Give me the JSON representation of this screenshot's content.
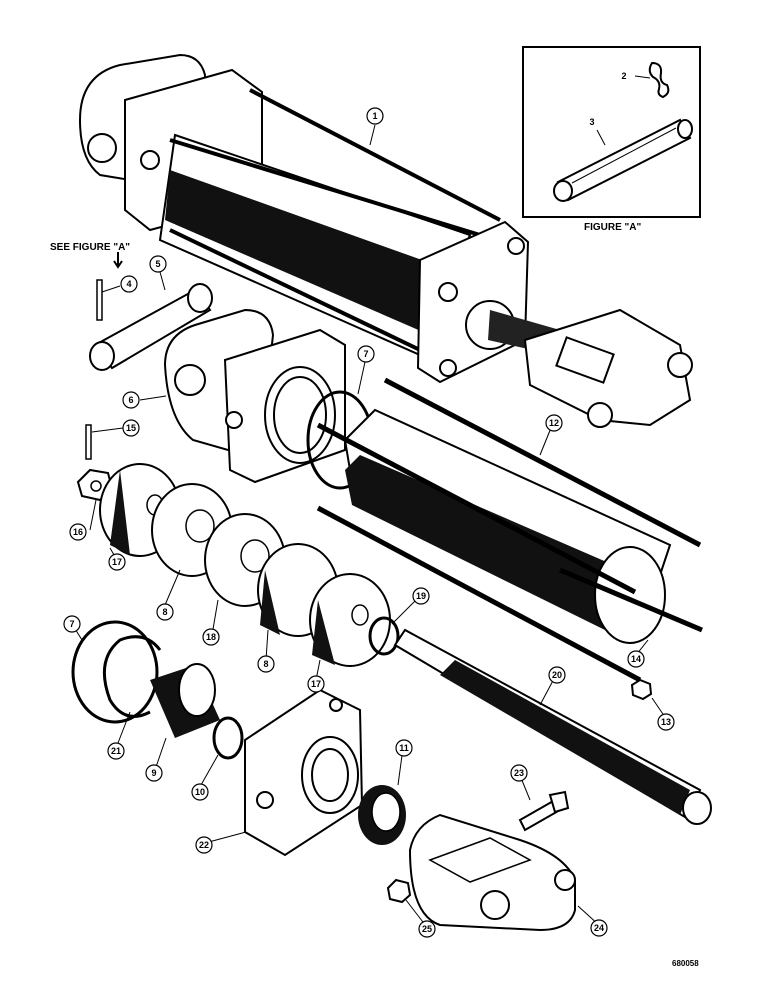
{
  "diagram": {
    "see_figure_label": "SEE FIGURE \"A\"",
    "figure_a_label": "FIGURE \"A\"",
    "drawing_number": "680058",
    "callouts": [
      "1",
      "2",
      "3",
      "4",
      "5",
      "6",
      "7",
      "7",
      "8",
      "8",
      "9",
      "10",
      "11",
      "12",
      "13",
      "14",
      "15",
      "16",
      "17",
      "17",
      "18",
      "19",
      "20",
      "21",
      "22",
      "23",
      "24",
      "25"
    ]
  }
}
